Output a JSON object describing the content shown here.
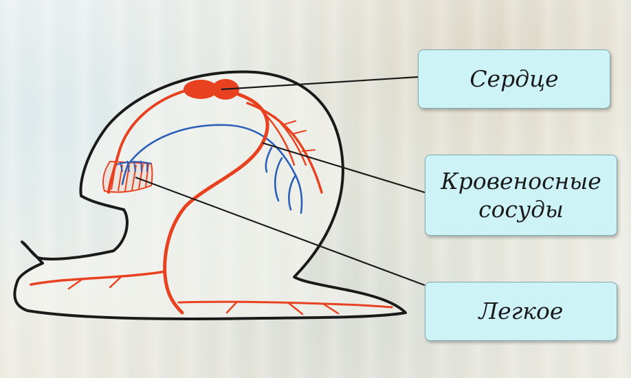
{
  "labels": {
    "heart": "Сердце",
    "vessels_line1": "Кровеносные",
    "vessels_line2": "сосуды",
    "lung": "Легкое"
  },
  "colors": {
    "artery": "#e8411f",
    "vein": "#2a5fb8",
    "outline": "#1a1a1a",
    "box_fill": "#cdf3f7"
  }
}
